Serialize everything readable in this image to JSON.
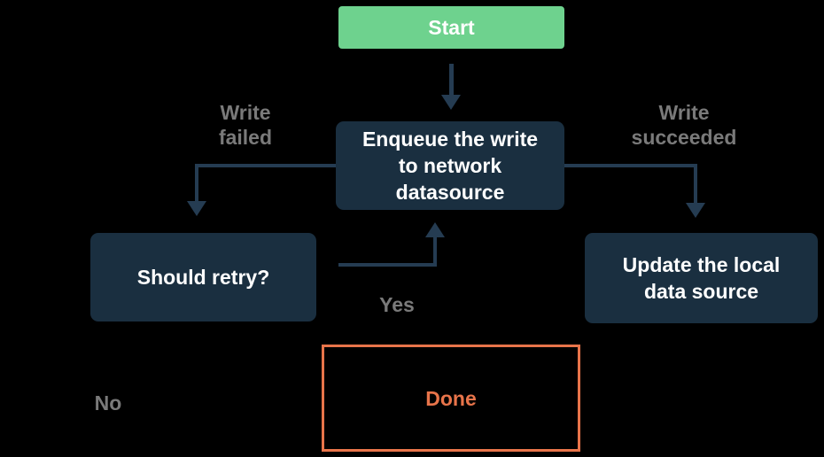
{
  "diagram": {
    "title": "offline-first write flowchart",
    "background": "#000000",
    "colors": {
      "start_fill": "#6ed28e",
      "node_fill": "#1a2f40",
      "node_text": "#ffffff",
      "arrow": "#253c52",
      "edge_label_text": "#7a7a7a",
      "done_outline": "#e8744a"
    },
    "nodes": {
      "start": {
        "label": "Start"
      },
      "enqueue": {
        "label": "Enqueue the write to network datasource"
      },
      "should_retry": {
        "label": "Should retry?"
      },
      "update_local": {
        "label": "Update the local data source"
      },
      "done": {
        "label": "Done"
      }
    },
    "edge_labels": {
      "write_failed": "Write\nfailed",
      "write_succeeded": "Write\nsucceeded",
      "yes": "Yes",
      "no": "No"
    }
  }
}
